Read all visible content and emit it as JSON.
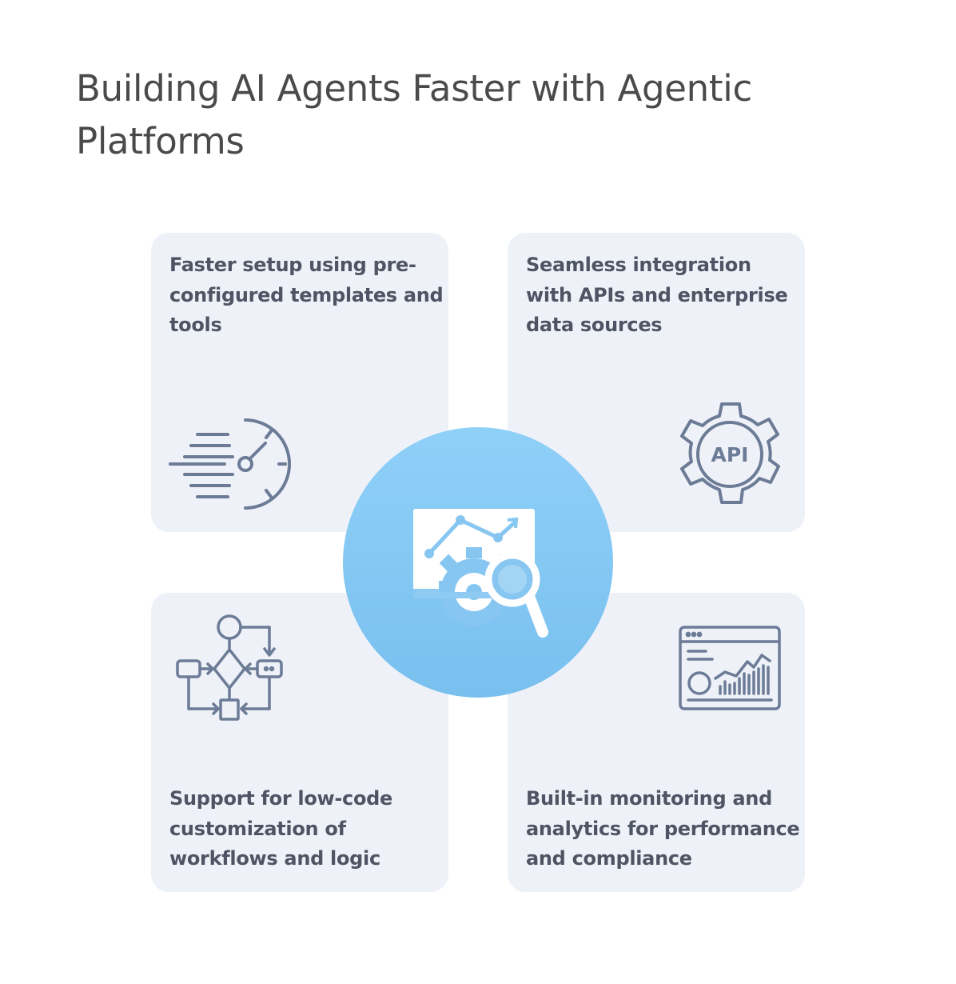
{
  "title": "Building AI Agents Faster with Agentic Platforms",
  "cards": [
    {
      "text": "Faster setup using pre-configured templates and tools",
      "icon": "speedometer-icon"
    },
    {
      "text": "Seamless integration with APIs and enterprise data sources",
      "icon": "api-gear-icon",
      "icon_label": "API"
    },
    {
      "text": "Support for low-code customization of workflows and logic",
      "icon": "flowchart-icon"
    },
    {
      "text": "Built-in monitoring and analytics for performance and compliance",
      "icon": "analytics-dashboard-icon"
    }
  ],
  "center": {
    "icon": "monitor-analytics-magnifier-icon"
  },
  "colors": {
    "title": "#4a4a4a",
    "card_background": "#eef2f8",
    "card_text": "#4e5463",
    "icon_stroke": "#6c7b96",
    "hub_top": "#8fd0f8",
    "hub_bottom": "#79c0ef",
    "hub_icon": "#ffffff"
  }
}
